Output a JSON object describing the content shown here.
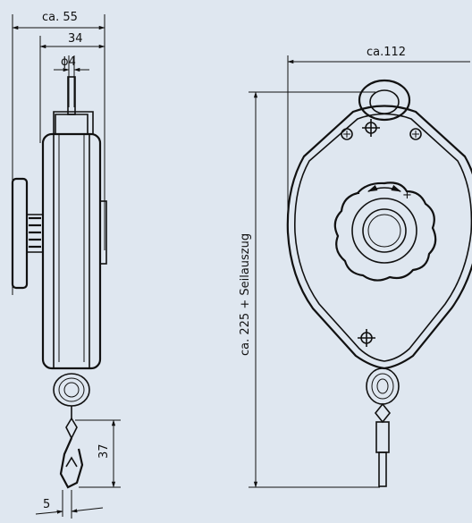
{
  "dimensions": {
    "overall_width_side": "ca. 55",
    "body_width": "34",
    "rope_diameter": "ϕ4",
    "hook_length": "37",
    "hook_opening": "5",
    "front_width": "ca.112",
    "front_height": "ca. 225 + Seilauszug"
  },
  "knob_marks": {
    "minus": "-",
    "plus": "+"
  }
}
